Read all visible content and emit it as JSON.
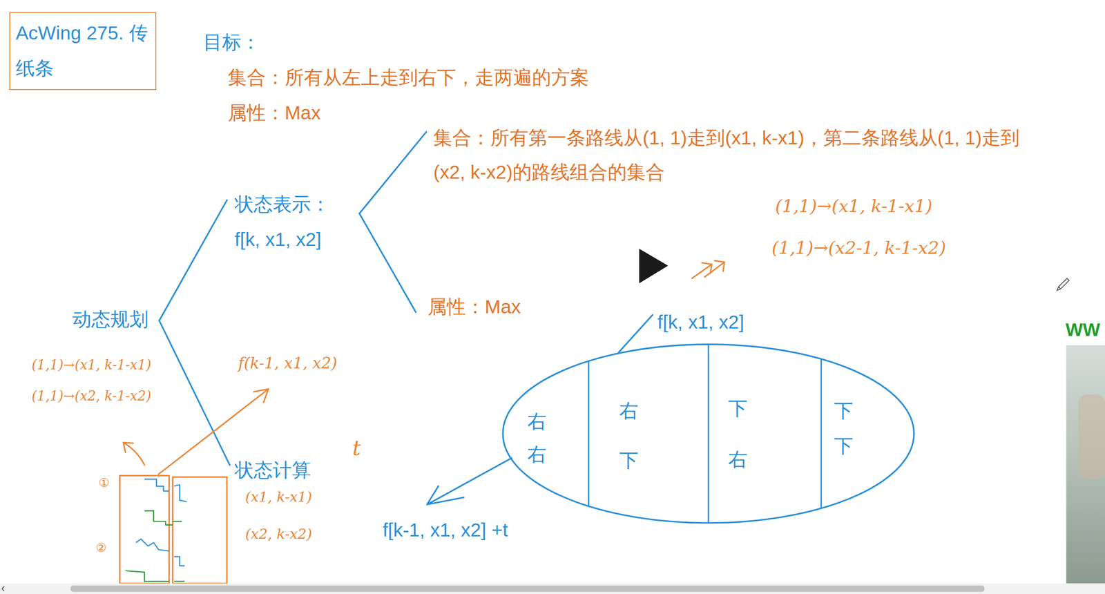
{
  "diagram": {
    "nodes": [
      {
        "text": [
          "AcWing 275. 传纸条"
        ]
      },
      {
        "text": [
          "f[k, x1, x2]"
        ]
      },
      {
        "text": [
          "右 右"
        ],
        "in": 1
      },
      {
        "text": [
          "右 下"
        ],
        "in": 1
      },
      {
        "text": [
          "下 右"
        ],
        "in": 1
      },
      {
        "text": [
          "下 下"
        ],
        "in": 1
      }
    ],
    "labels": [
      "目标：",
      "集合：所有从左上走到右下，走两遍的方案",
      "属性：Max",
      "集合：所有第一条路线从(1, 1)走到(x1, k-x1)，第二条路线从(1, 1)走到(x2, k-x2)的路线组合的集合",
      "状态表示：",
      "f[k, x1, x2]",
      "(1,1)→(x1, k-1-x1)",
      "(1,1)→(x2-1, k-1-x2)",
      "属性：Max",
      "动态规划",
      "WW",
      "(1,1)→(x1, k-1-x1)",
      "(1,1)→(x2, k-1-x2)",
      "f(k-1, x1, x2)",
      "t",
      "①",
      "状态计算",
      "(x1, k-x1)",
      "(x2, k-x2)",
      "②",
      "f[k-1, x1, x2] +t"
    ]
  }
}
